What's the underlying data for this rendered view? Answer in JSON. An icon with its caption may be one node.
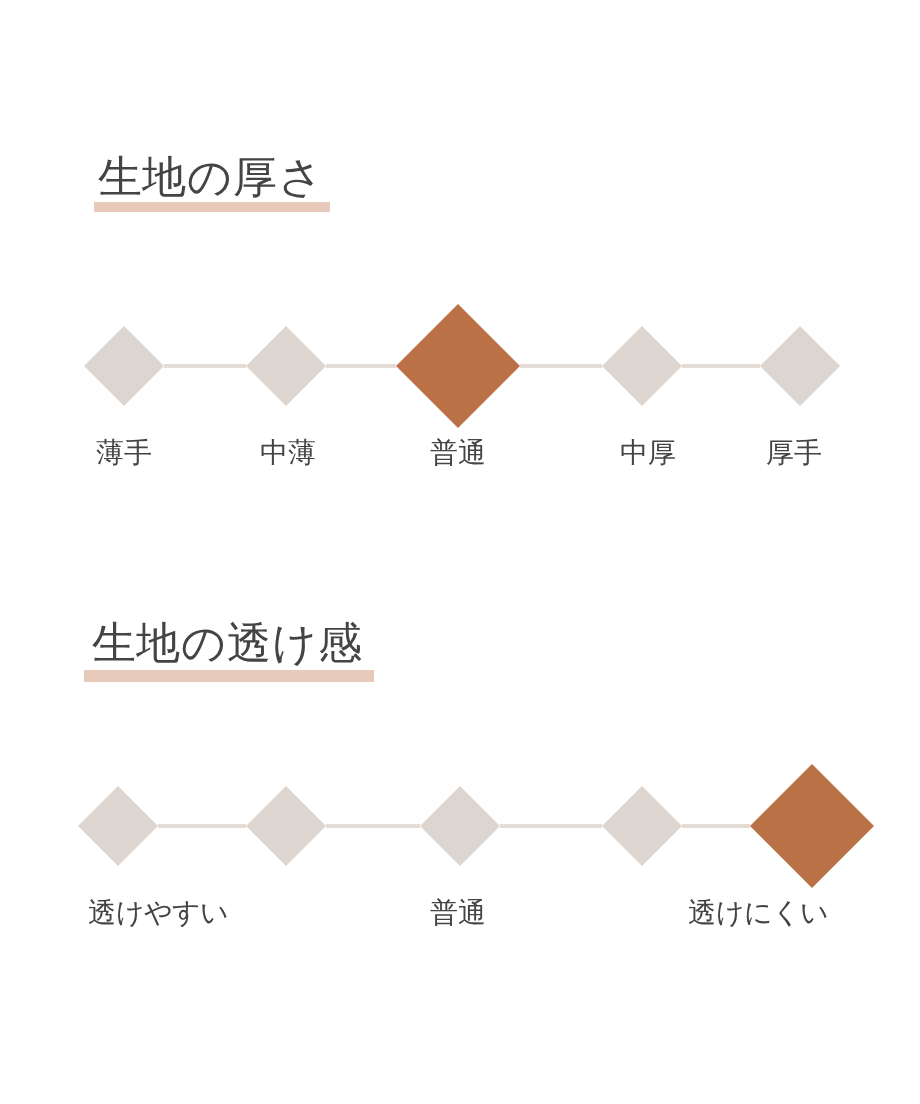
{
  "diagram": {
    "nodes": [
      {
        "text": [],
        "shape": "diamond",
        "beside": [
          "薄手"
        ]
      },
      {
        "text": [],
        "shape": "diamond",
        "beside": [
          "中薄"
        ]
      },
      {
        "text": [],
        "shape": "diamond",
        "beside": [
          "普通"
        ]
      },
      {
        "text": [],
        "shape": "diamond",
        "beside": [
          "中厚"
        ]
      },
      {
        "text": [],
        "shape": "diamond",
        "beside": [
          "厚手"
        ]
      },
      {
        "text": [],
        "shape": "diamond",
        "beside": [
          "透けやすい"
        ]
      },
      {
        "text": [],
        "shape": "diamond"
      },
      {
        "text": [],
        "shape": "diamond",
        "beside": [
          "普通"
        ]
      },
      {
        "text": [],
        "shape": "diamond"
      },
      {
        "text": [],
        "shape": "diamond",
        "beside": [
          "透けにくい"
        ]
      }
    ],
    "edges": [
      {
        "from": 0,
        "to": 1,
        "arrow": "none"
      },
      {
        "from": 1,
        "to": 2,
        "arrow": "none"
      },
      {
        "from": 2,
        "to": 3,
        "arrow": "none"
      },
      {
        "from": 3,
        "to": 4,
        "arrow": "none"
      },
      {
        "from": 5,
        "to": 6,
        "arrow": "none"
      },
      {
        "from": 6,
        "to": 7,
        "arrow": "none"
      },
      {
        "from": 7,
        "to": 8,
        "arrow": "none"
      },
      {
        "from": 8,
        "to": 9,
        "arrow": "none"
      }
    ],
    "labels": [
      "生地の厚さ",
      "生地の透け感"
    ]
  }
}
